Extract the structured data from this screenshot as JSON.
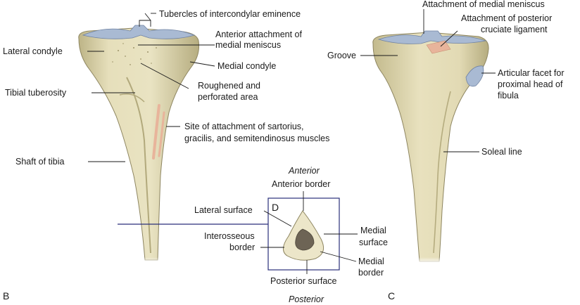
{
  "panels": {
    "b": {
      "letter": "B"
    },
    "c": {
      "letter": "C"
    },
    "d": {
      "letter": "D"
    }
  },
  "labels": {
    "tubercles": "Tubercles of intercondylar eminence",
    "lateral_condyle": "Lateral condyle",
    "anterior_attachment_1": "Anterior attachment of",
    "anterior_attachment_2": "medial meniscus",
    "medial_condyle": "Medial condyle",
    "tibial_tuberosity": "Tibial tuberosity",
    "roughened_1": "Roughened and",
    "roughened_2": "perforated area",
    "sartorius_1": "Site of attachment of sartorius,",
    "sartorius_2": "gracilis, and semitendinosus muscles",
    "shaft": "Shaft of tibia",
    "attachment_medial_meniscus": "Attachment of medial meniscus",
    "pcl_1": "Attachment of posterior",
    "pcl_2": "cruciate ligament",
    "groove": "Groove",
    "facet_1": "Articular facet for",
    "facet_2": "proximal head of",
    "facet_3": "fibula",
    "soleal": "Soleal line",
    "anterior": "Anterior",
    "anterior_border": "Anterior border",
    "lateral_surface": "Lateral surface",
    "interosseous_1": "Interosseous",
    "interosseous_2": "border",
    "medial_surface_1": "Medial",
    "medial_surface_2": "surface",
    "medial_border_1": "Medial",
    "medial_border_2": "border",
    "posterior_surface": "Posterior surface",
    "posterior": "Posterior"
  },
  "colors": {
    "bone": "#e3dcb6",
    "bone_shade": "#bfb88c",
    "cartilage": "#a9bad3",
    "muscle_attachment": "#e8b49b",
    "frame": "#2a2f7a"
  }
}
